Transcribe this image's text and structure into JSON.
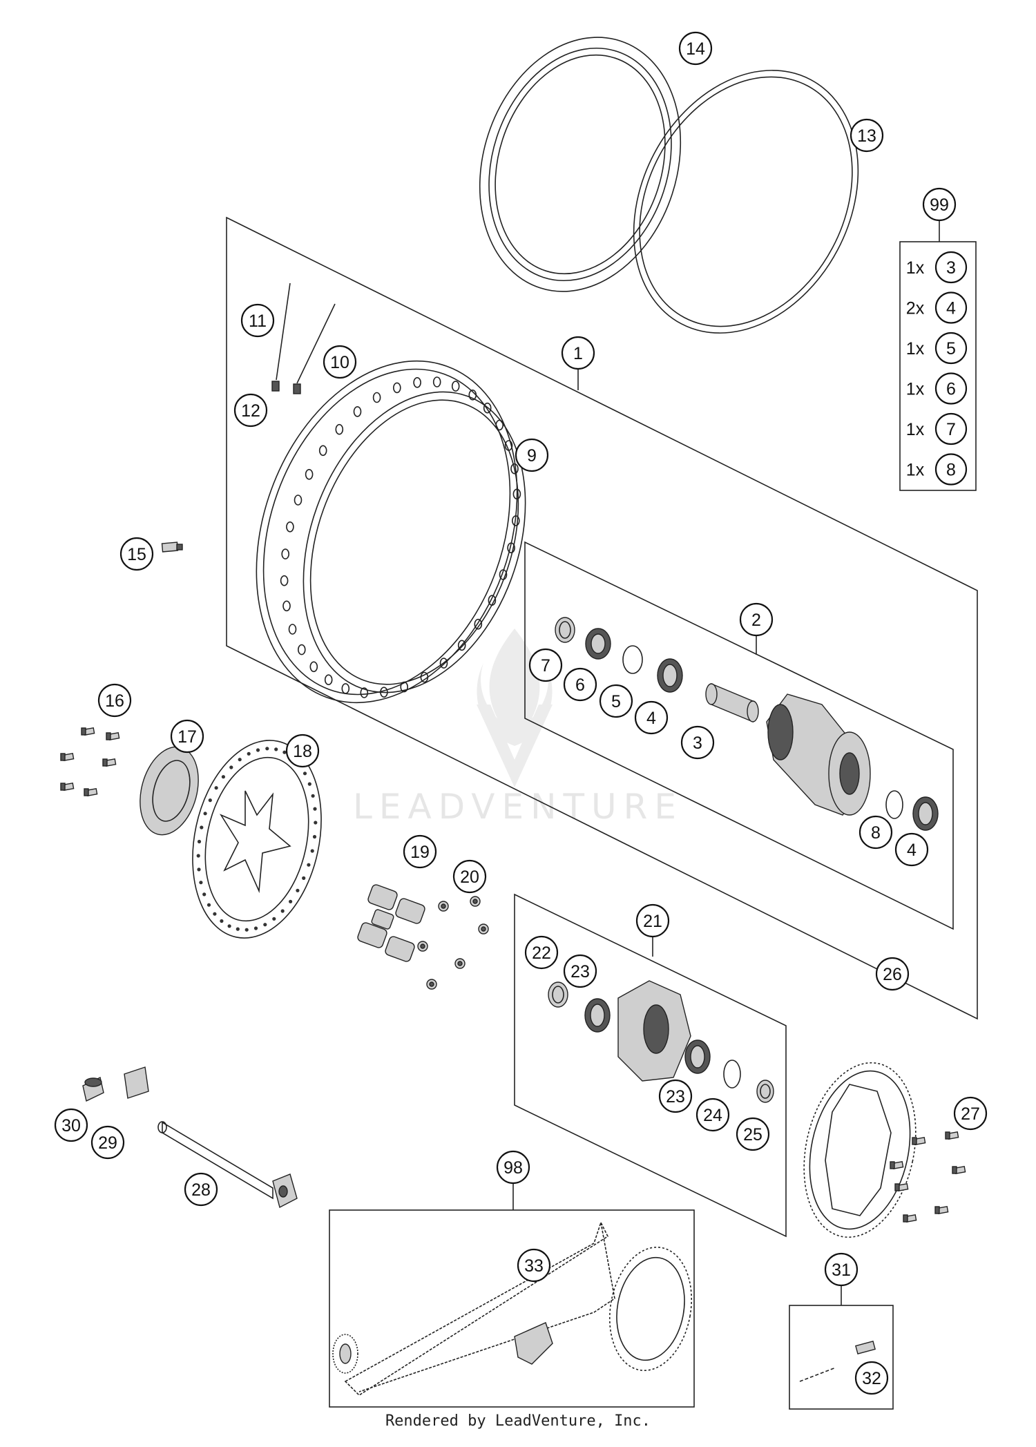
{
  "watermark": {
    "brand": "LEADVENTURE"
  },
  "footer": {
    "rendered_by": "Rendered by LeadVenture, Inc."
  },
  "callouts": [
    {
      "id": "c14",
      "label": "14"
    },
    {
      "id": "c13",
      "label": "13"
    },
    {
      "id": "c99",
      "label": "99"
    },
    {
      "id": "c11",
      "label": "11"
    },
    {
      "id": "c10",
      "label": "10"
    },
    {
      "id": "c1",
      "label": "1"
    },
    {
      "id": "c12",
      "label": "12"
    },
    {
      "id": "c9",
      "label": "9"
    },
    {
      "id": "c15",
      "label": "15"
    },
    {
      "id": "c2",
      "label": "2"
    },
    {
      "id": "c7",
      "label": "7"
    },
    {
      "id": "c6",
      "label": "6"
    },
    {
      "id": "c5",
      "label": "5"
    },
    {
      "id": "c4a",
      "label": "4"
    },
    {
      "id": "c3",
      "label": "3"
    },
    {
      "id": "c16",
      "label": "16"
    },
    {
      "id": "c17",
      "label": "17"
    },
    {
      "id": "c18",
      "label": "18"
    },
    {
      "id": "c8",
      "label": "8"
    },
    {
      "id": "c4b",
      "label": "4"
    },
    {
      "id": "c19",
      "label": "19"
    },
    {
      "id": "c20",
      "label": "20"
    },
    {
      "id": "c21",
      "label": "21"
    },
    {
      "id": "c22",
      "label": "22"
    },
    {
      "id": "c23a",
      "label": "23"
    },
    {
      "id": "c26",
      "label": "26"
    },
    {
      "id": "c23b",
      "label": "23"
    },
    {
      "id": "c24",
      "label": "24"
    },
    {
      "id": "c25",
      "label": "25"
    },
    {
      "id": "c27",
      "label": "27"
    },
    {
      "id": "c30",
      "label": "30"
    },
    {
      "id": "c29",
      "label": "29"
    },
    {
      "id": "c28",
      "label": "28"
    },
    {
      "id": "c98",
      "label": "98"
    },
    {
      "id": "c33",
      "label": "33"
    },
    {
      "id": "c31",
      "label": "31"
    },
    {
      "id": "c32",
      "label": "32"
    }
  ],
  "kit_99": [
    {
      "qty": "1x",
      "part": "3"
    },
    {
      "qty": "2x",
      "part": "4"
    },
    {
      "qty": "1x",
      "part": "5"
    },
    {
      "qty": "1x",
      "part": "6"
    },
    {
      "qty": "1x",
      "part": "7"
    },
    {
      "qty": "1x",
      "part": "8"
    }
  ]
}
